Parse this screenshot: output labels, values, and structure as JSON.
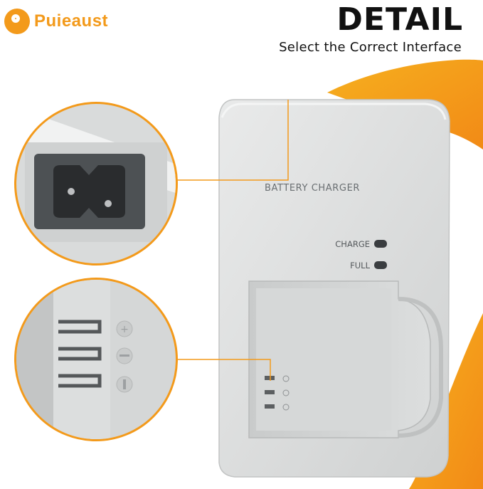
{
  "brand": {
    "name": "Puieaust",
    "color": "#f39a1b"
  },
  "header": {
    "title": "DETAIL",
    "subtitle": "Select the Correct Interface"
  },
  "charger": {
    "label": "BATTERY CHARGER",
    "indicators": [
      {
        "label": "CHARGE",
        "color": "#3a3d40"
      },
      {
        "label": "FULL",
        "color": "#3a3d40"
      }
    ]
  },
  "accent_color": "#f7a21c",
  "icons": [
    "logo-mark-icon",
    "plus-icon",
    "minus-icon",
    "terminal-icon"
  ]
}
